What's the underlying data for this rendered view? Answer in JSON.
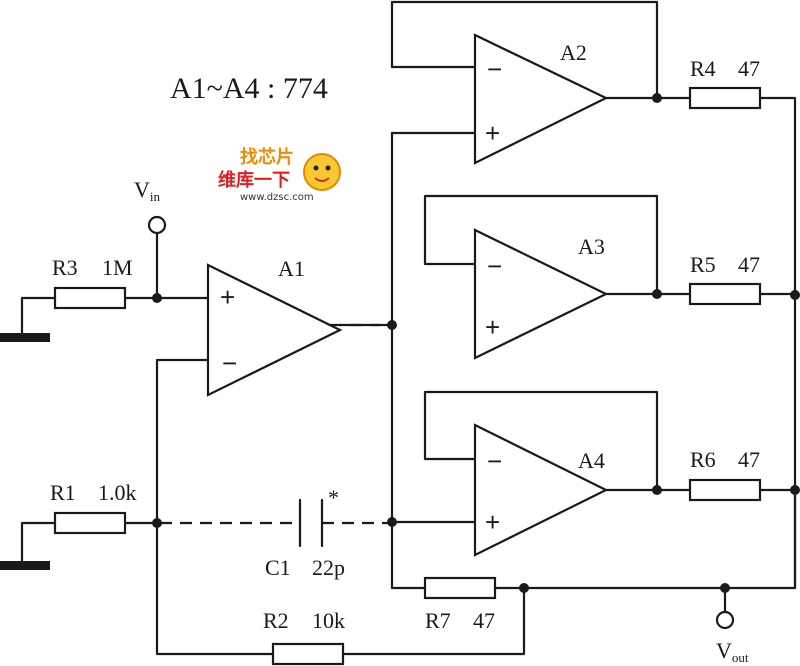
{
  "heading": "A1~A4 : 774",
  "amplifiers": {
    "a1": "A1",
    "a2": "A2",
    "a3": "A3",
    "a4": "A4",
    "plus": "+",
    "minus": "−"
  },
  "resistors": {
    "r1": {
      "name": "R1",
      "value": "1.0k"
    },
    "r2": {
      "name": "R2",
      "value": "10k"
    },
    "r3": {
      "name": "R3",
      "value": "1M"
    },
    "r4": {
      "name": "R4",
      "value": "47"
    },
    "r5": {
      "name": "R5",
      "value": "47"
    },
    "r6": {
      "name": "R6",
      "value": "47"
    },
    "r7": {
      "name": "R7",
      "value": "47"
    }
  },
  "capacitor": {
    "name": "C1",
    "value": "22p",
    "mark": "*"
  },
  "terminals": {
    "vin": {
      "main": "V",
      "sub": "in"
    },
    "vout": {
      "main": "V",
      "sub": "out"
    }
  },
  "watermark": {
    "line1": "找芯片",
    "line2": "维库一下",
    "url": "www.dzsc.com"
  },
  "colors": {
    "ink": "#1a1a1a",
    "logo_red": "#e02020",
    "logo_orange": "#f08a00"
  }
}
